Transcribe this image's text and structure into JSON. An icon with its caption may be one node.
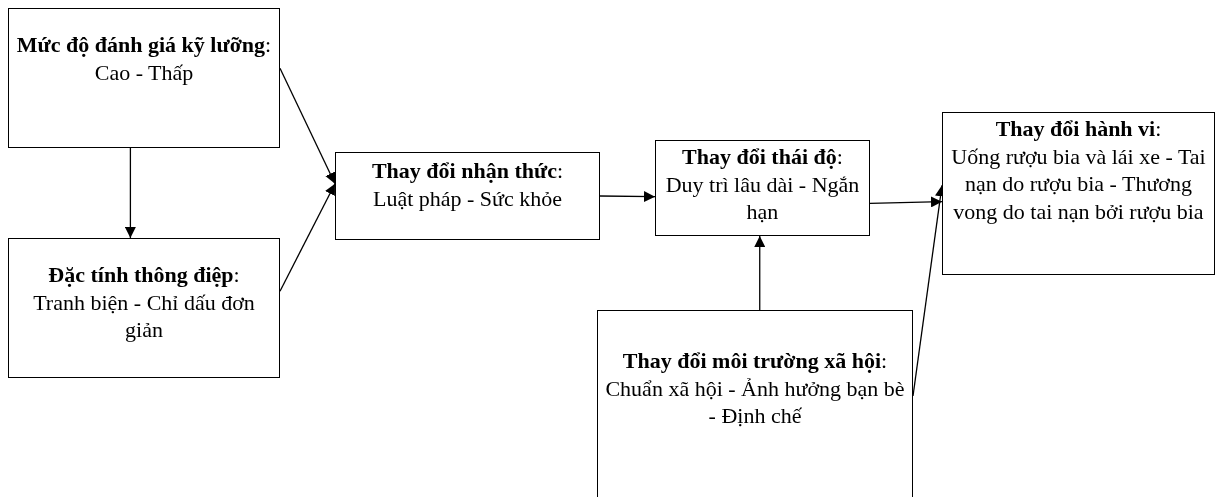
{
  "diagram": {
    "nodes": [
      {
        "text": [
          "**Mức độ đánh giá kỹ lưỡng**:",
          "Cao - Thấp"
        ]
      },
      {
        "text": [
          "**Đặc tính thông điệp**:",
          "Tranh biện - Chỉ dấu đơn giản"
        ]
      },
      {
        "text": [
          "**Thay đổi nhận thức**:",
          "Luật pháp - Sức khỏe"
        ]
      },
      {
        "text": [
          "**Thay đổi thái độ**:",
          "Duy trì lâu dài - Ngắn hạn"
        ]
      },
      {
        "text": [
          "**Thay đổi hành vi**:",
          "Uống rượu bia và lái xe - Tai nạn do rượu bia - Thương vong do tai nạn bởi rượu bia"
        ]
      },
      {
        "text": [
          "**Thay đổi môi trường xã hội**:",
          "Chuẩn xã hội - Ảnh hưởng bạn bè - Định chế"
        ]
      }
    ],
    "edges": [
      {
        "from": 0,
        "to": 1,
        "arrow": "to"
      },
      {
        "from": 0,
        "to": 2,
        "arrow": "to"
      },
      {
        "from": 1,
        "to": 2,
        "arrow": "to"
      },
      {
        "from": 2,
        "to": 3,
        "arrow": "to"
      },
      {
        "from": 3,
        "to": 4,
        "arrow": "to"
      },
      {
        "from": 5,
        "to": 3,
        "arrow": "to"
      },
      {
        "from": 5,
        "to": 4,
        "arrow": "to"
      }
    ]
  }
}
